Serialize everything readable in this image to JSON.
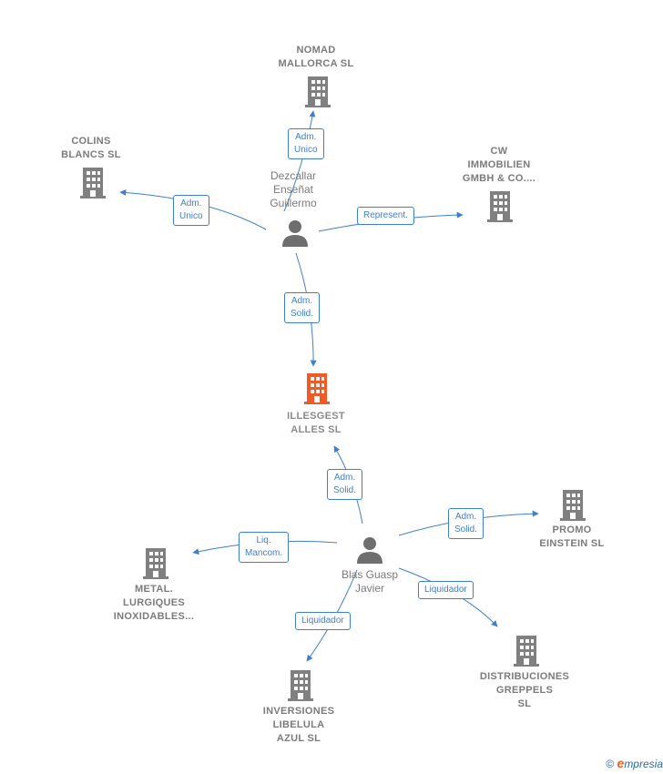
{
  "colors": {
    "company": "#808080",
    "focus_company": "#f05a28",
    "person": "#6e6e6e",
    "edge": "#3f7fcf"
  },
  "nodes": {
    "nomad": {
      "label": "NOMAD\nMALLORCA SL",
      "icon": "building-icon"
    },
    "colins": {
      "label": "COLINS\nBLANCS SL",
      "icon": "building-icon"
    },
    "cw": {
      "label": "CW\nIMMOBILIEN\nGMBH & CO....",
      "icon": "building-icon"
    },
    "dezcallar": {
      "label": "Dezcallar\nEnseñat\nGuillermo",
      "icon": "person-icon"
    },
    "illesgest": {
      "label": "ILLESGEST\nALLES  SL",
      "icon": "building-icon"
    },
    "blas": {
      "label": "Blas Guasp\nJavier",
      "icon": "person-icon"
    },
    "promo": {
      "label": "PROMO\nEINSTEIN  SL",
      "icon": "building-icon"
    },
    "metal": {
      "label": "METAL.\nLURGIQUES\nINOXIDABLES...",
      "icon": "building-icon"
    },
    "inversiones": {
      "label": "INVERSIONES\nLIBELULA\nAZUL SL",
      "icon": "building-icon"
    },
    "distribuciones": {
      "label": "DISTRIBUCIONES\nGREPPELS\nSL",
      "icon": "building-icon"
    }
  },
  "edges": {
    "dez_nomad": "Adm.\nUnico",
    "dez_colins": "Adm.\nUnico",
    "dez_cw": "Represent.",
    "dez_illes": "Adm.\nSolid.",
    "blas_illes": "Adm.\nSolid.",
    "blas_promo": "Adm.\nSolid.",
    "blas_metal": "Liq.\nMancom.",
    "blas_inversiones": "Liquidador",
    "blas_distribuciones": "Liquidador"
  },
  "footer": {
    "copyright": "©",
    "brand_initial": "e",
    "brand_rest": "mpresia"
  }
}
